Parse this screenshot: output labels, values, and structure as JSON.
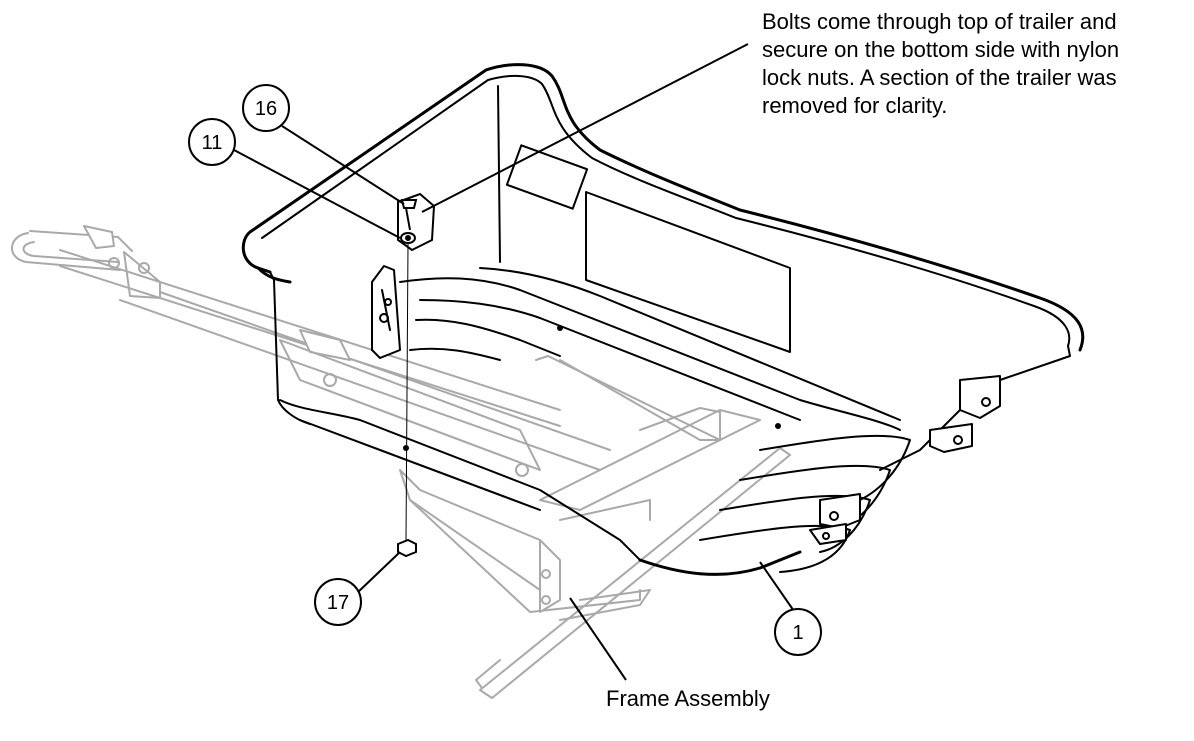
{
  "note": {
    "text": "Bolts come through top of trailer and\nsecure on the bottom side with nylon\nlock nuts. A section of the trailer was\nremoved for clarity."
  },
  "callouts": [
    {
      "id": "16",
      "label": "16"
    },
    {
      "id": "11",
      "label": "11"
    },
    {
      "id": "17",
      "label": "17"
    },
    {
      "id": "1",
      "label": "1"
    }
  ],
  "frame_label": "Frame Assembly",
  "colors": {
    "ink": "#000000",
    "faded_frame": "#a9a9a9",
    "background": "#ffffff"
  }
}
